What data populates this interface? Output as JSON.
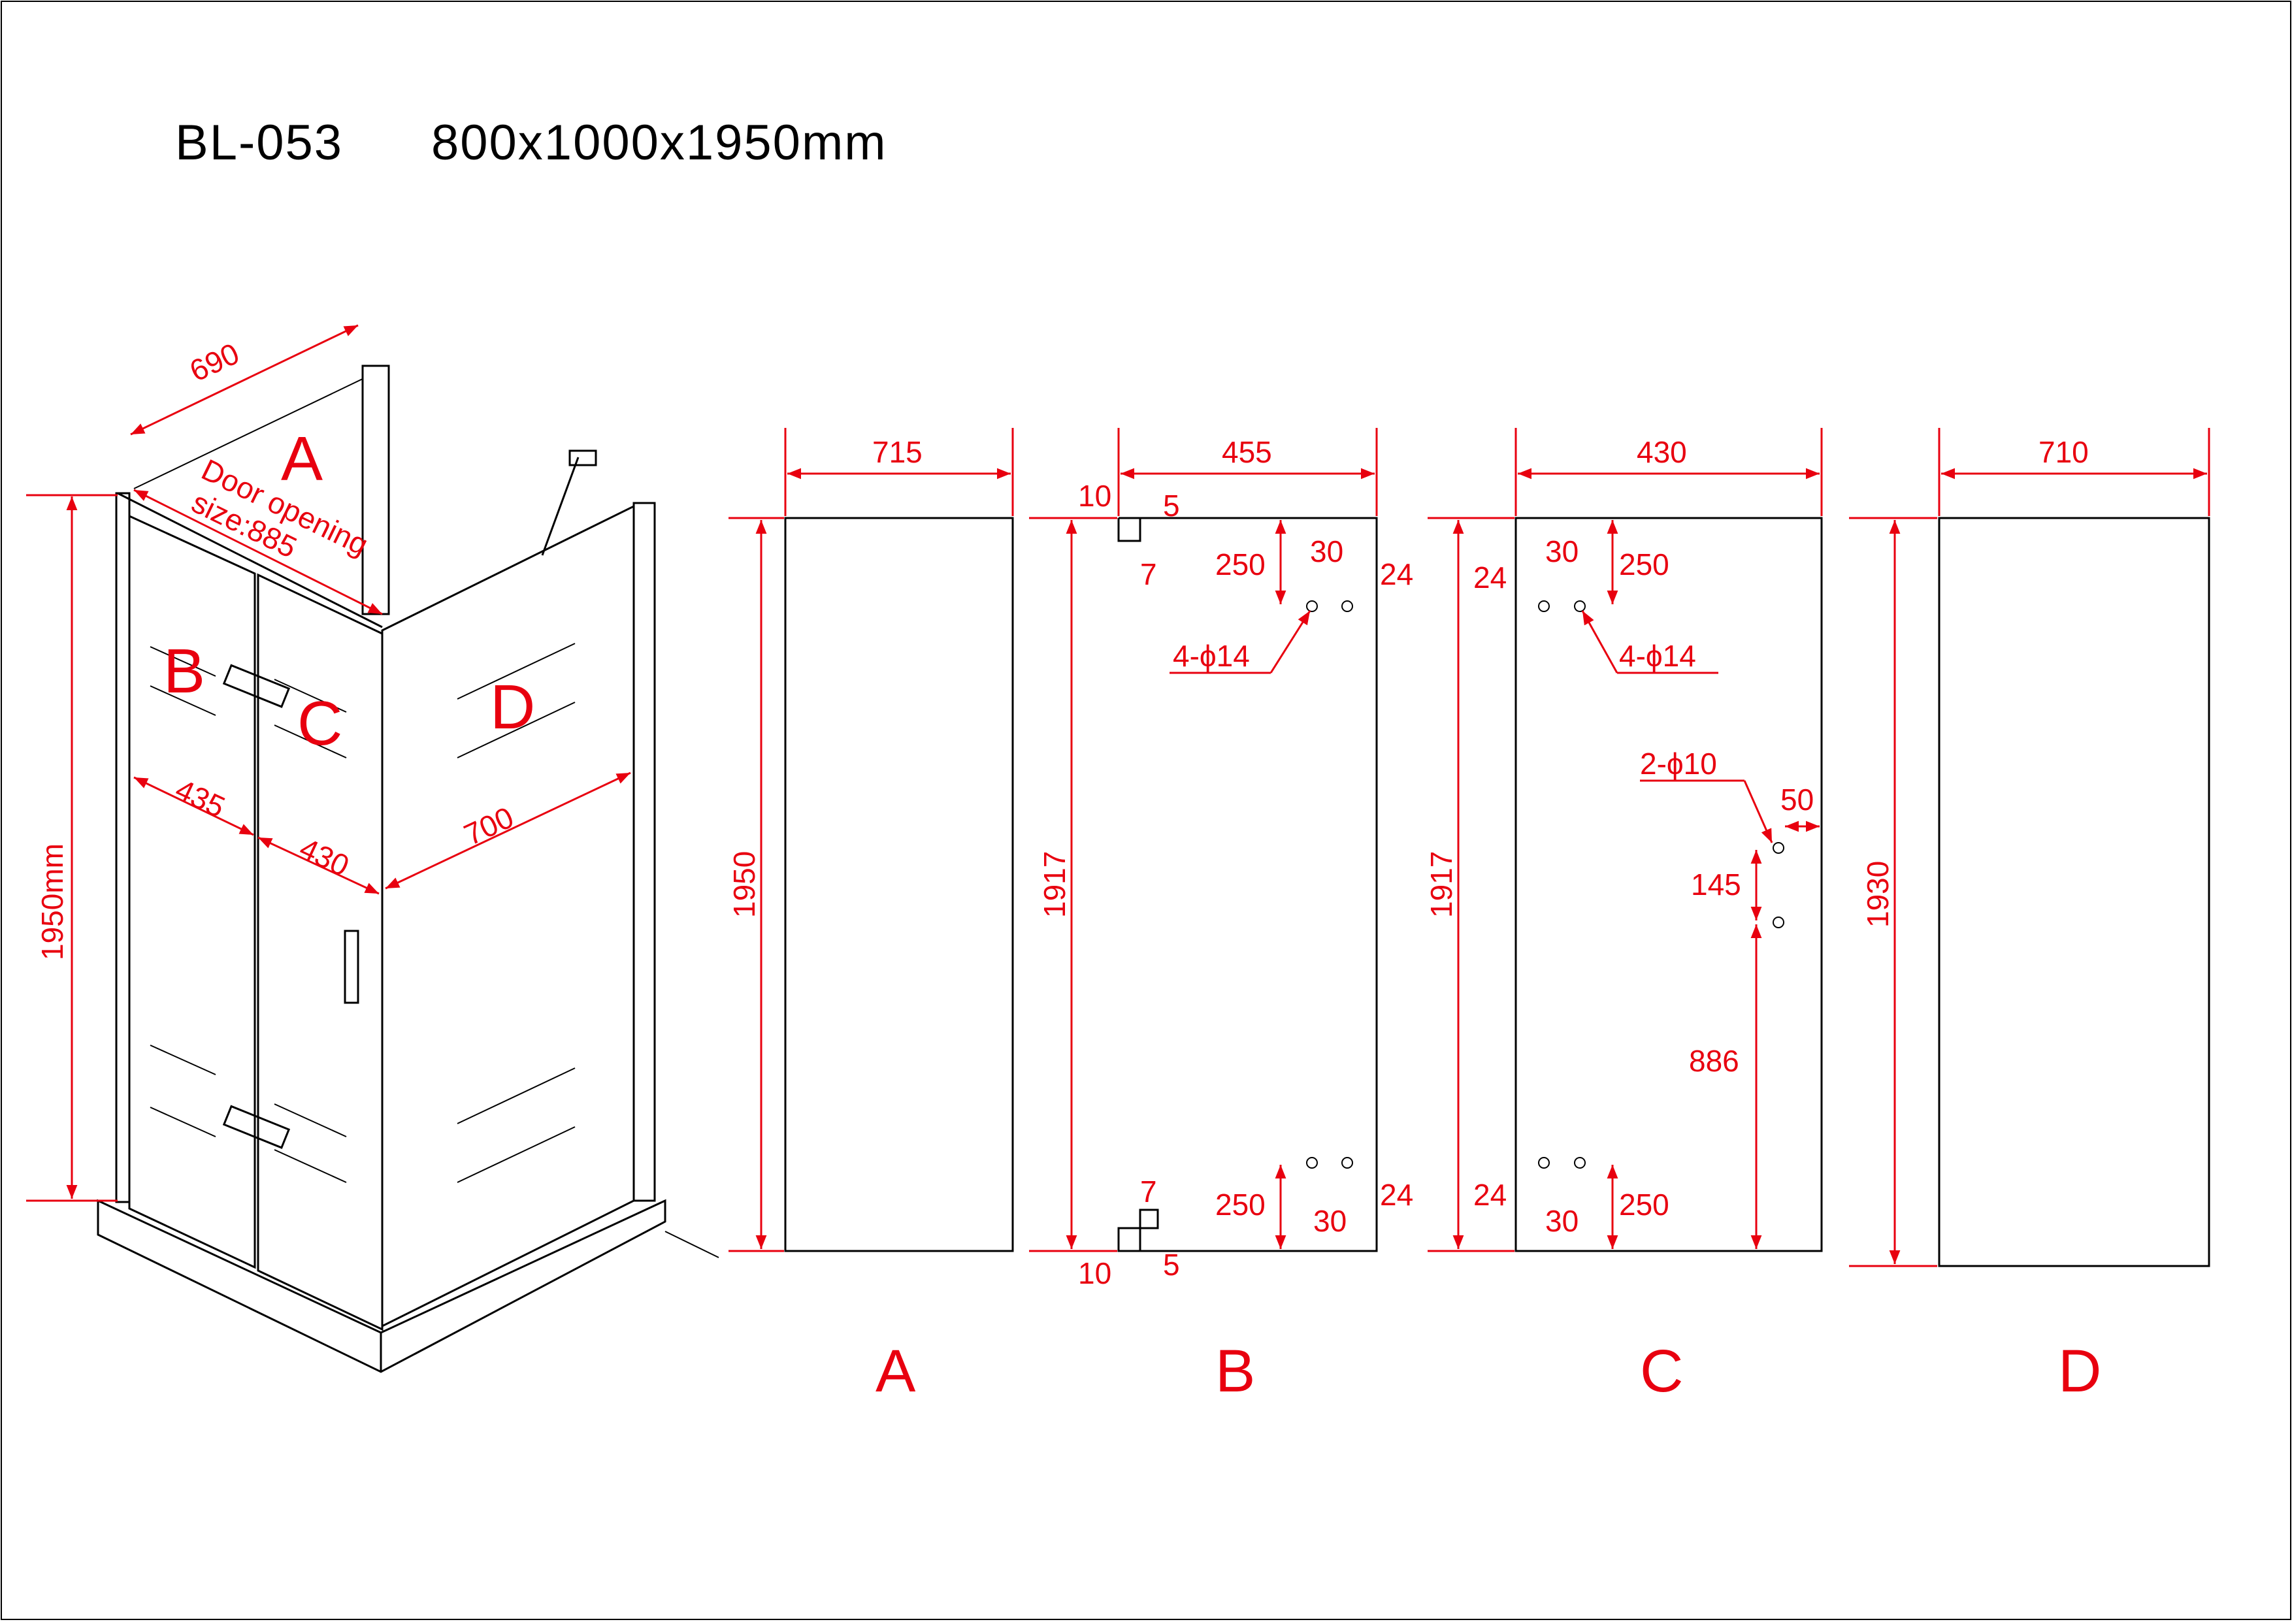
{
  "header": {
    "model": "BL-053",
    "size": "800x1000x1950mm"
  },
  "colors": {
    "dimension": "#e8000f",
    "outline": "#000000"
  },
  "isometric": {
    "label_a": "A",
    "label_b": "B",
    "label_c": "C",
    "label_d": "D",
    "top_width": "690",
    "door_opening_line1": "Door opening",
    "door_opening_line2": "size:885",
    "left_door": "435",
    "right_door": "430",
    "side": "700",
    "height": "1950mm"
  },
  "panels": [
    {
      "label": "A",
      "width": "715",
      "height": "1950"
    },
    {
      "label": "B",
      "width": "455",
      "height": "1917",
      "dims": [
        "10",
        "5",
        "7",
        "250",
        "30",
        "24",
        "4-ϕ14",
        "7",
        "250",
        "30",
        "24",
        "10",
        "5"
      ]
    },
    {
      "label": "C",
      "width": "430",
      "height": "1917",
      "dims": [
        "24",
        "30",
        "250",
        "4-ϕ14",
        "2-ϕ10",
        "50",
        "145",
        "886",
        "24",
        "30",
        "250"
      ]
    },
    {
      "label": "D",
      "width": "710",
      "height": "1930"
    }
  ]
}
